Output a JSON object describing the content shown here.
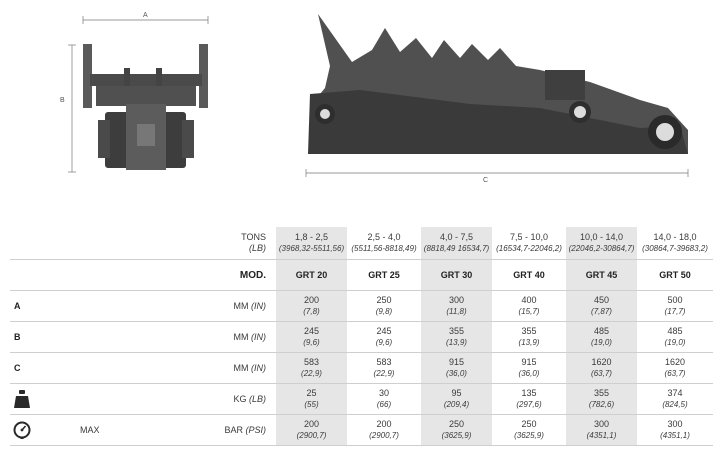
{
  "drawing_labels": {
    "a": "A",
    "b": "B",
    "c": "C"
  },
  "table": {
    "header_label": "TONS",
    "header_unit": "(LB)",
    "mod_label": "MOD.",
    "tons": [
      {
        "range": "1,8 - 2,5",
        "lb": "(3968,32-5511,56)"
      },
      {
        "range": "2,5 - 4,0",
        "lb": "(5511,56-8818,49)"
      },
      {
        "range": "4,0 - 7,5",
        "lb": "(8818,49 16534,7)"
      },
      {
        "range": "7,5 - 10,0",
        "lb": "(16534,7-22046,2)"
      },
      {
        "range": "10,0 - 14,0",
        "lb": "(22046,2-30864,7)"
      },
      {
        "range": "14,0 - 18,0",
        "lb": "(30864,7-39683,2)"
      }
    ],
    "models": [
      "GRT 20",
      "GRT 25",
      "GRT 30",
      "GRT 40",
      "GRT 45",
      "GRT 50"
    ],
    "rows": [
      {
        "label": "A",
        "unit": "MM",
        "unit_alt": "(IN)",
        "values": [
          [
            "200",
            "(7,8)"
          ],
          [
            "250",
            "(9,8)"
          ],
          [
            "300",
            "(11,8)"
          ],
          [
            "400",
            "(15,7)"
          ],
          [
            "450",
            "(7,87)"
          ],
          [
            "500",
            "(17,7)"
          ]
        ]
      },
      {
        "label": "B",
        "unit": "MM",
        "unit_alt": "(IN)",
        "values": [
          [
            "245",
            "(9,6)"
          ],
          [
            "245",
            "(9,6)"
          ],
          [
            "355",
            "(13,9)"
          ],
          [
            "355",
            "(13,9)"
          ],
          [
            "485",
            "(19,0)"
          ],
          [
            "485",
            "(19,0)"
          ]
        ]
      },
      {
        "label": "C",
        "unit": "MM",
        "unit_alt": "(IN)",
        "values": [
          [
            "583",
            "(22,9)"
          ],
          [
            "583",
            "(22,9)"
          ],
          [
            "915",
            "(36,0)"
          ],
          [
            "915",
            "(36,0)"
          ],
          [
            "1620",
            "(63,7)"
          ],
          [
            "1620",
            "(63,7)"
          ]
        ]
      },
      {
        "label": "",
        "icon": "weight-icon",
        "unit": "KG",
        "unit_alt": "(LB)",
        "values": [
          [
            "25",
            "(55)"
          ],
          [
            "30",
            "(66)"
          ],
          [
            "95",
            "(209,4)"
          ],
          [
            "135",
            "(297,6)"
          ],
          [
            "355",
            "(782,6)"
          ],
          [
            "374",
            "(824,5)"
          ]
        ]
      },
      {
        "label": "MAX",
        "icon": "pressure-gauge-icon",
        "unit": "BAR",
        "unit_alt": "(PSI)",
        "values": [
          [
            "200",
            "(2900,7)"
          ],
          [
            "200",
            "(2900,7)"
          ],
          [
            "250",
            "(3625,9)"
          ],
          [
            "250",
            "(3625,9)"
          ],
          [
            "300",
            "(4351,1)"
          ],
          [
            "300",
            "(4351,1)"
          ]
        ]
      }
    ]
  }
}
